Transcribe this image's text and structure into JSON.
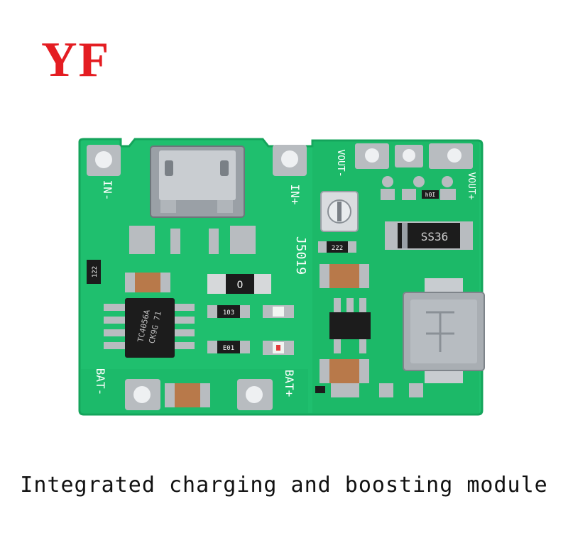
{
  "brand": {
    "logo_text": "YF",
    "logo_color": "#e41d22"
  },
  "caption": "Integrated charging and boosting module",
  "board": {
    "pcb_color": "#1fbf6e",
    "pcb_edge_color": "#14a45b",
    "silk_color": "#ffffff",
    "labels": {
      "in_minus": "IN-",
      "in_plus": "IN+",
      "model": "J5019",
      "bat_minus": "BAT-",
      "bat_plus": "BAT+",
      "vout_minus": "VOUT-",
      "vout_plus": "VOUT+"
    },
    "chips": {
      "charger_line1": "TC4056A",
      "charger_line2": "CK9G 71",
      "diode": "SS36",
      "resistor_top": "222",
      "resistor_left": "122",
      "resistor_mid": "103",
      "resistor_low": "E01",
      "small_part": "0",
      "vout_resistor": "h0I"
    }
  }
}
